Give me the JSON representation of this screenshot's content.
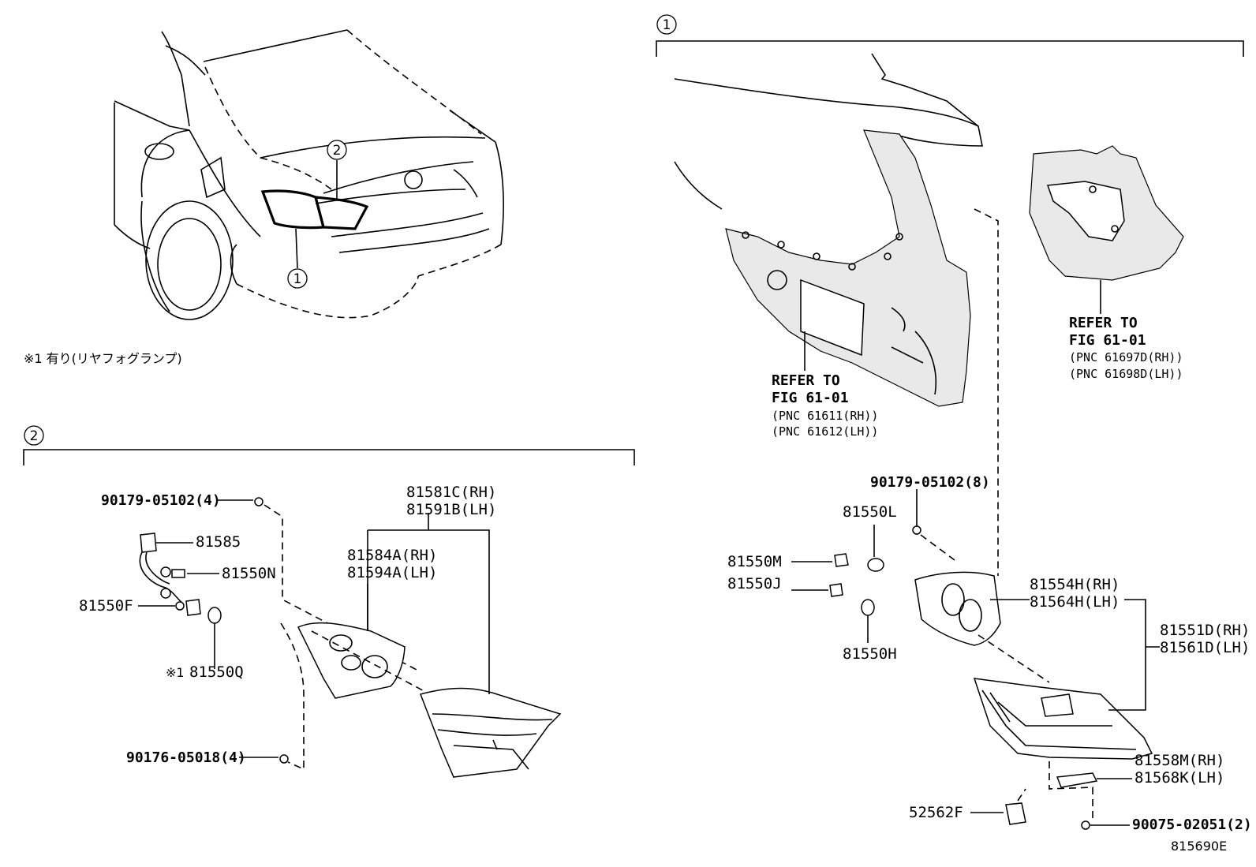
{
  "diagram_id": "815690E",
  "note": "※1 有り(リヤフォグランプ)",
  "callouts": {
    "one": "1",
    "two": "2"
  },
  "refer_left": {
    "line1": "REFER TO",
    "line2": "FIG 61-01",
    "pnc1": "(PNC 61611(RH))",
    "pnc2": "(PNC 61612(LH))"
  },
  "refer_right": {
    "line1": "REFER TO",
    "line2": "FIG 61-01",
    "pnc1": "(PNC 61697D(RH))",
    "pnc2": "(PNC 61698D(LH))"
  },
  "parts_group2": {
    "p90179_4": "90179-05102(4)",
    "p81585": "81585",
    "p81550N": "81550N",
    "p81550F": "81550F",
    "star": "※1",
    "p81550Q": "81550Q",
    "p90176": "90176-05018(4)",
    "p81581C": "81581C(RH)",
    "p81591B": "81591B(LH)",
    "p81584A": "81584A(RH)",
    "p81594A": "81594A(LH)"
  },
  "parts_group1": {
    "p90179_8": "90179-05102(8)",
    "p81550L": "81550L",
    "p81550M": "81550M",
    "p81550J": "81550J",
    "p81550H": "81550H",
    "p81554H": "81554H(RH)",
    "p81564H": "81564H(LH)",
    "p81551D": "81551D(RH)",
    "p81561D": "81561D(LH)",
    "p81558M": "81558M(RH)",
    "p81568K": "81568K(LH)",
    "p52562F": "52562F",
    "p90075": "90075-02051(2)"
  }
}
